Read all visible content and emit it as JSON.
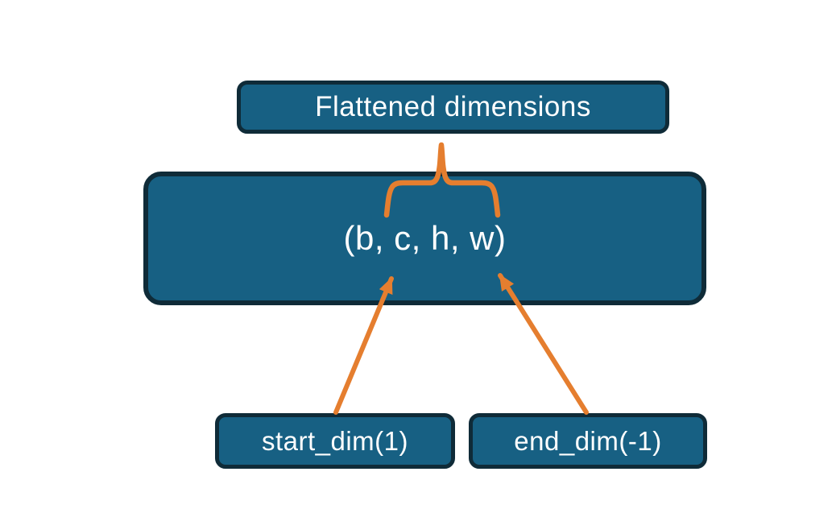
{
  "diagram": {
    "title_node": {
      "label": "Flattened dimensions"
    },
    "tensor_node": {
      "label": "(b, c, h, w)"
    },
    "start_node": {
      "label": "start_dim(1)"
    },
    "end_node": {
      "label": "end_dim(-1)"
    }
  },
  "colors": {
    "node_fill": "#176083",
    "node_border": "#0f2b38",
    "arrow_orange": "#e57e2f",
    "text": "#ffffff",
    "background": "#ffffff"
  }
}
